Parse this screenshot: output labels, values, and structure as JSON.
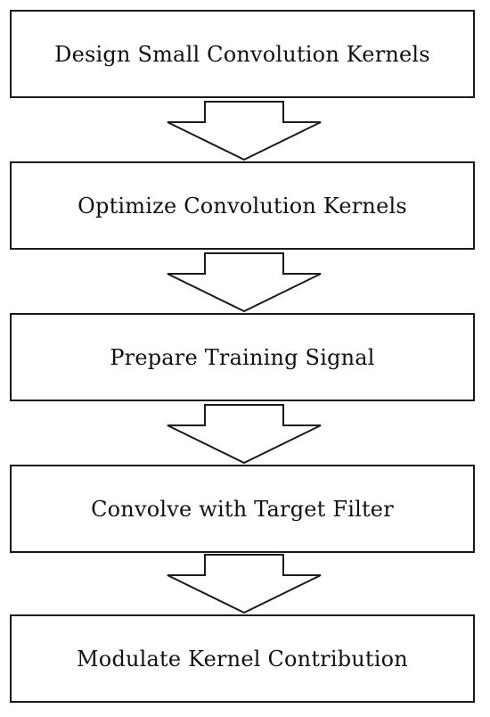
{
  "diagram": {
    "steps": [
      {
        "label": "Design Small Convolution Kernels"
      },
      {
        "label": "Optimize Convolution Kernels"
      },
      {
        "label": "Prepare Training Signal"
      },
      {
        "label": "Convolve with Target Filter"
      },
      {
        "label": "Modulate Kernel Contribution"
      }
    ],
    "arrow_icon": "down-arrow-icon",
    "colors": {
      "stroke": "#1a1a1a",
      "fill": "#ffffff",
      "text": "#111111"
    }
  }
}
